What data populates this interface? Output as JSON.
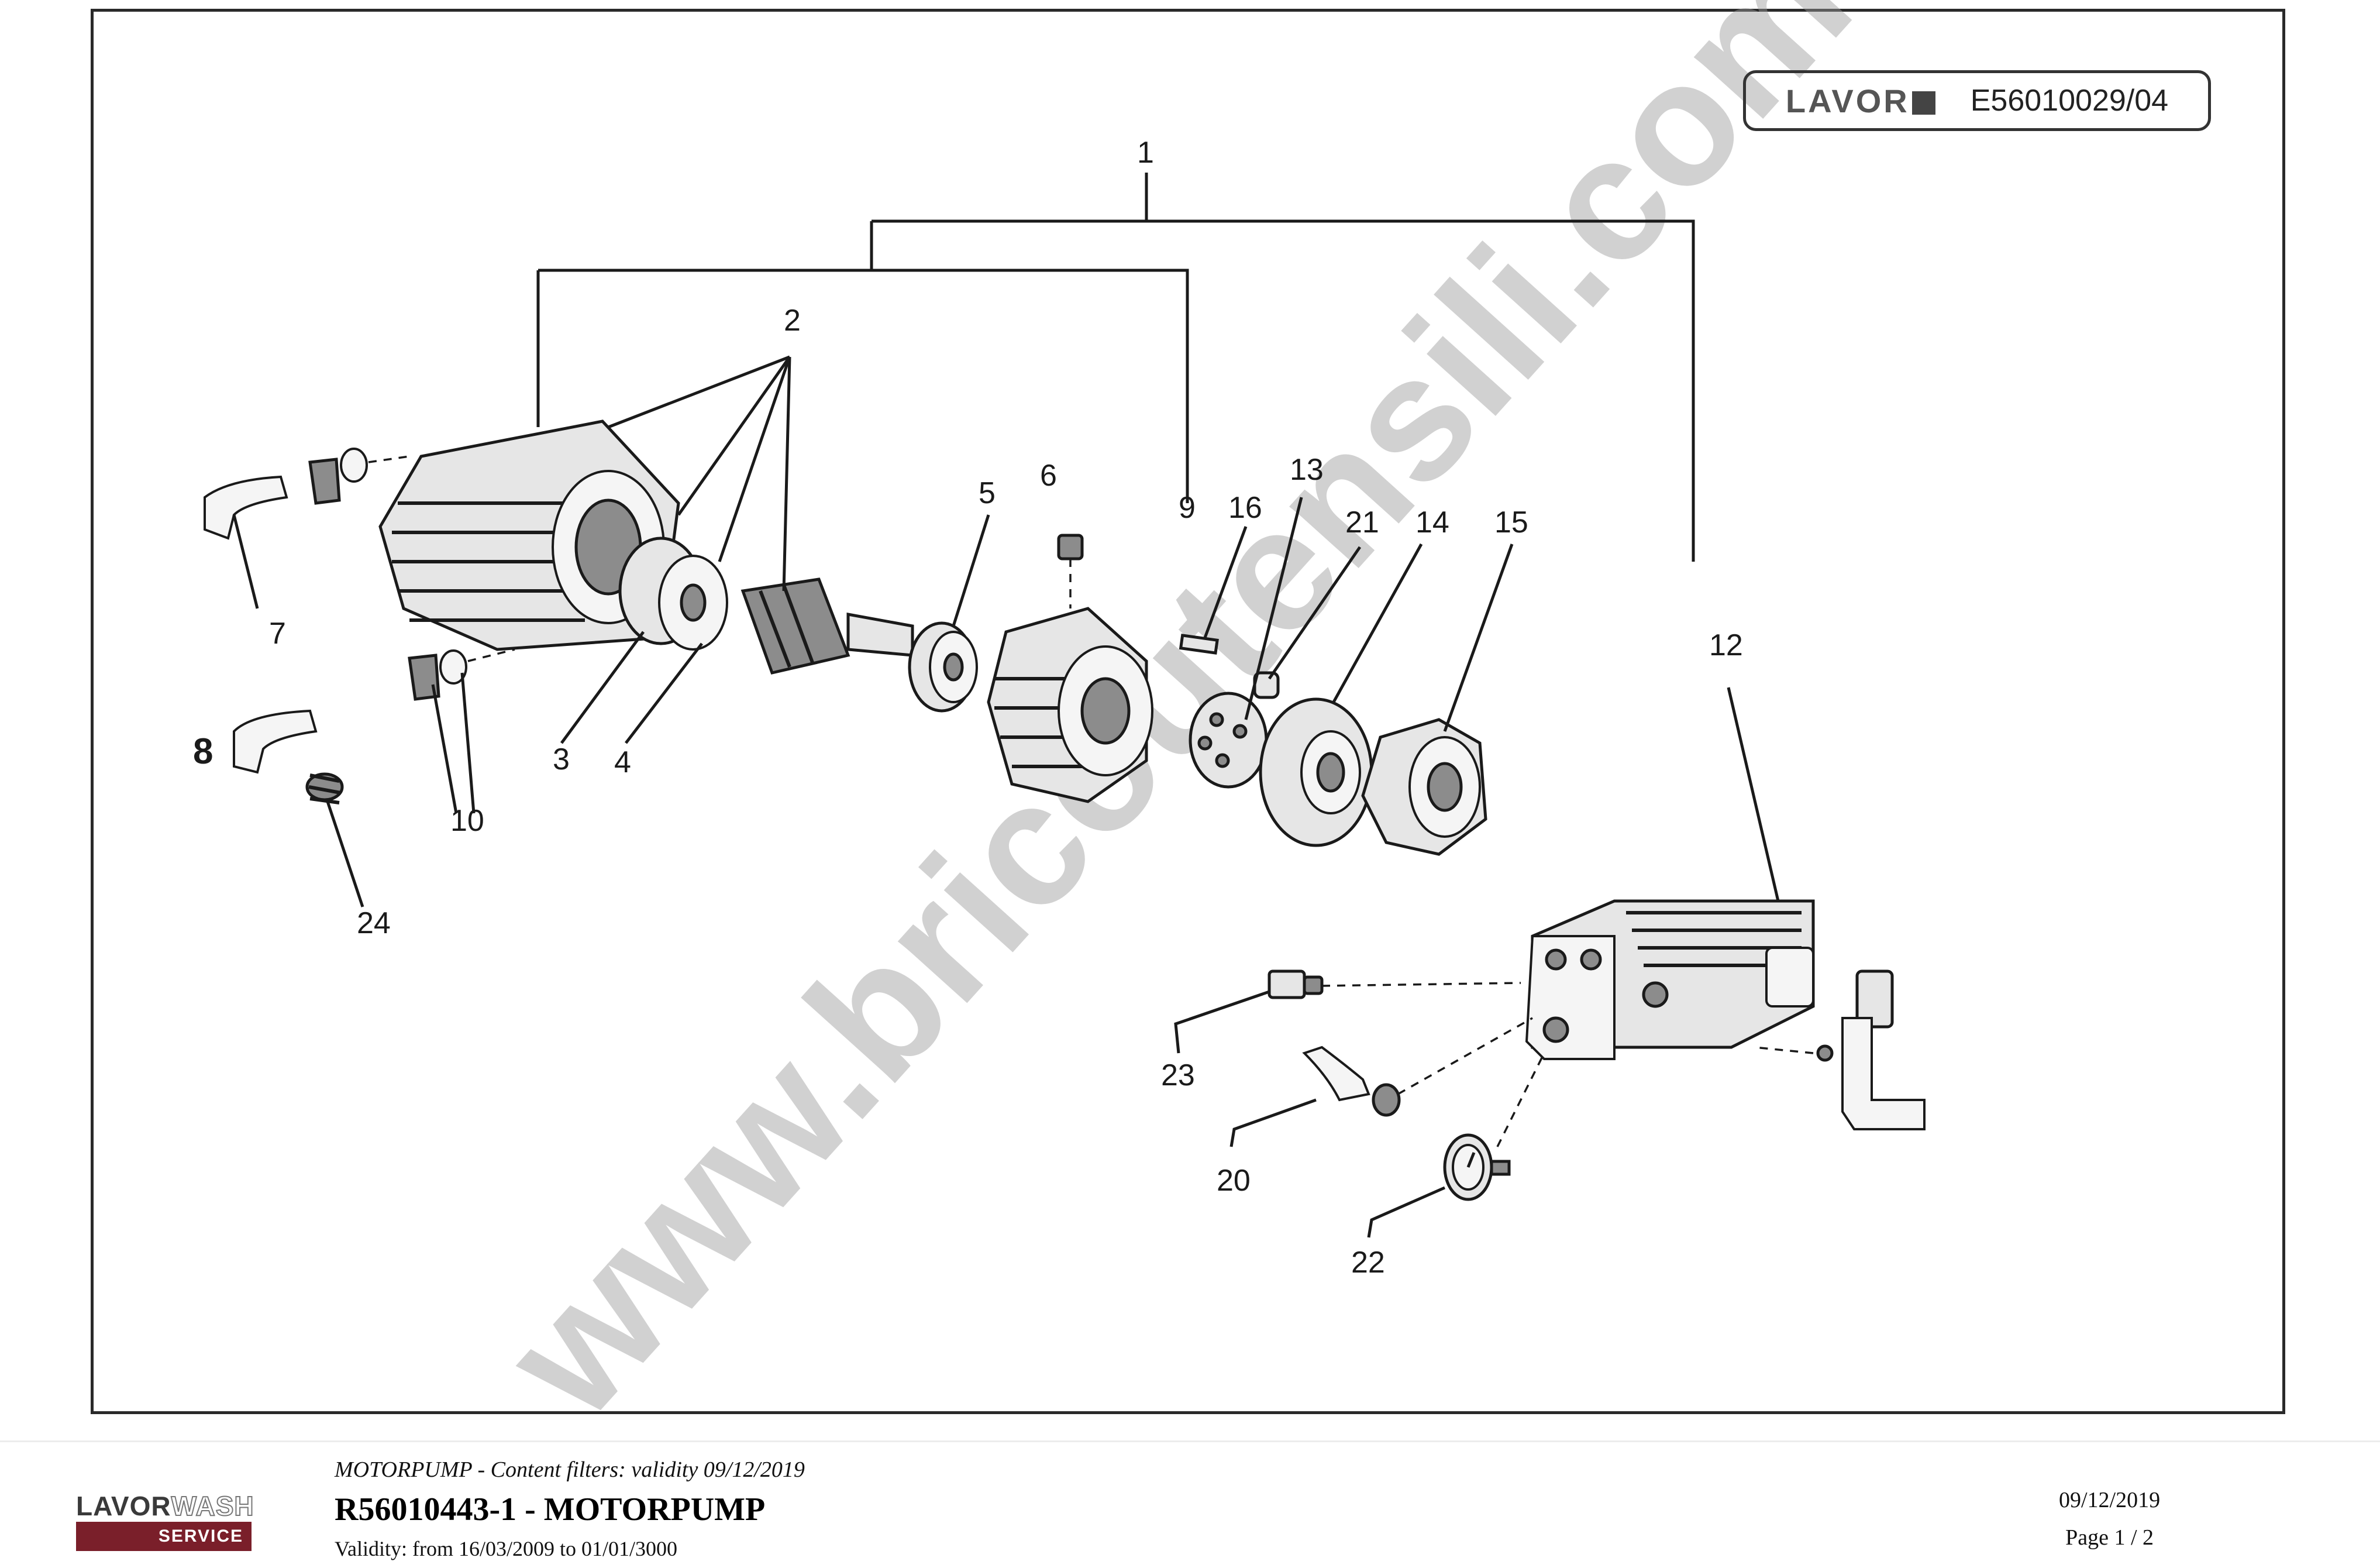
{
  "header": {
    "brand": "LAVOR",
    "drawing_code": "E56010029/04"
  },
  "watermark": "www.bricoutensili.com",
  "callouts": [
    {
      "id": "1",
      "label": "1"
    },
    {
      "id": "2",
      "label": "2"
    },
    {
      "id": "3",
      "label": "3"
    },
    {
      "id": "4",
      "label": "4"
    },
    {
      "id": "5",
      "label": "5"
    },
    {
      "id": "6",
      "label": "6"
    },
    {
      "id": "7",
      "label": "7"
    },
    {
      "id": "8",
      "label": "8"
    },
    {
      "id": "9",
      "label": "9"
    },
    {
      "id": "10",
      "label": "10"
    },
    {
      "id": "12",
      "label": "12"
    },
    {
      "id": "13",
      "label": "13"
    },
    {
      "id": "14",
      "label": "14"
    },
    {
      "id": "15",
      "label": "15"
    },
    {
      "id": "16",
      "label": "16"
    },
    {
      "id": "20",
      "label": "20"
    },
    {
      "id": "21",
      "label": "21"
    },
    {
      "id": "22",
      "label": "22"
    },
    {
      "id": "23",
      "label": "23"
    },
    {
      "id": "24",
      "label": "24"
    }
  ],
  "footer": {
    "logo_brand": "LAVOR",
    "logo_brand2": "WASH",
    "logo_service": "SERVICE",
    "filter_line": "MOTORPUMP - Content filters: validity 09/12/2019",
    "title": "R56010443-1 - MOTORPUMP",
    "validity": "Validity: from 16/03/2009 to 01/01/3000",
    "date": "09/12/2019",
    "page": "Page 1 / 2"
  }
}
